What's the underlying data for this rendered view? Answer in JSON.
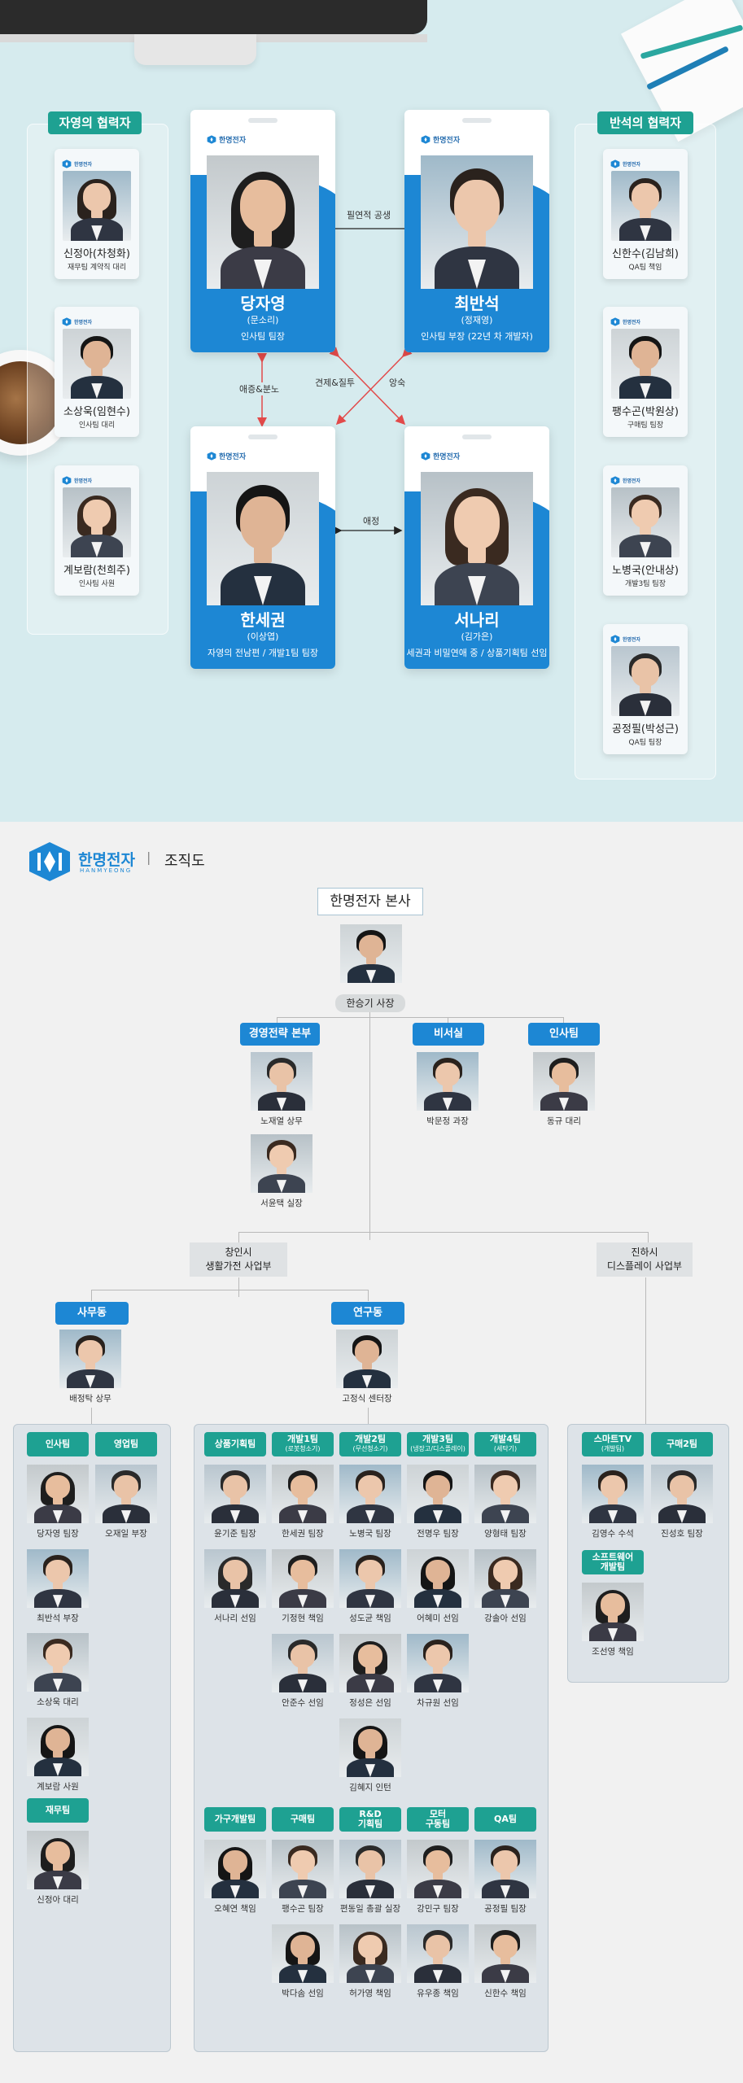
{
  "company": {
    "logo_text": "한명전자",
    "logo_sub": "HANMYEONG",
    "divider": "|",
    "title": "조직도"
  },
  "cards_top": {
    "card_logo": "한명전자",
    "left_tag": "자영의 협력자",
    "right_tag": "반석의 협력자",
    "main": [
      {
        "name": "당자영",
        "actor": "(문소리)",
        "role": "인사팀 팀장"
      },
      {
        "name": "최반석",
        "actor": "(정재영)",
        "role": "인사팀 부장 (22년 차 개발자)"
      },
      {
        "name": "한세권",
        "actor": "(이상엽)",
        "role": "자영의 전남편 / 개발1팀 팀장"
      },
      {
        "name": "서나리",
        "actor": "(김가은)",
        "role": "세권과 비밀연애 중 / 상품기획팀 선임"
      }
    ],
    "relations": {
      "top": "필연적 공생",
      "left": "애증&분노",
      "middle_left": "견제&질투",
      "middle_right": "앙숙",
      "bottom": "애정"
    },
    "left_allies": [
      {
        "name": "신정아",
        "actor": "(차청화)",
        "role": "재무팀 계약직 대리"
      },
      {
        "name": "소상욱",
        "actor": "(임현수)",
        "role": "인사팀 대리"
      },
      {
        "name": "계보람",
        "actor": "(천희주)",
        "role": "인사팀 사원"
      }
    ],
    "right_allies": [
      {
        "name": "신한수",
        "actor": "(김남희)",
        "role": "QA팀 책임"
      },
      {
        "name": "팽수곤",
        "actor": "(박원상)",
        "role": "구매팀 팀장"
      },
      {
        "name": "노병국",
        "actor": "(안내상)",
        "role": "개발3팀 팀장"
      },
      {
        "name": "공정필",
        "actor": "(박성근)",
        "role": "QA팀 팀장"
      }
    ]
  },
  "org": {
    "hq": "한명전자 본사",
    "ceo": "한승기 사장",
    "hq_depts": [
      {
        "name": "경영전략 본부",
        "people": [
          "노재열 상무",
          "서윤택 실장"
        ]
      },
      {
        "name": "비서실",
        "people": [
          "박문정 과장"
        ]
      },
      {
        "name": "인사팀",
        "people": [
          "동규 대리"
        ]
      }
    ],
    "divisions": {
      "jangin": "창인시\n생활가전 사업부",
      "jinha": "진하시\n디스플레이 사업부"
    },
    "office": {
      "name": "사무동",
      "head": "배정탁 상무"
    },
    "lab": {
      "name": "연구동",
      "head": "고정식 센터장"
    },
    "office_teams": [
      "인사팀",
      "영업팀",
      "재무팀"
    ],
    "office_people": [
      "당자영 팀장",
      "오재일 부장",
      "최반석 부장",
      "소상욱 대리",
      "계보람 사원",
      "신정아 대리"
    ],
    "lab_teams_1": [
      {
        "name": "상품기획팀",
        "sub": ""
      },
      {
        "name": "개발1팀",
        "sub": "(로봇청소기)"
      },
      {
        "name": "개발2팀",
        "sub": "(무선청소기)"
      },
      {
        "name": "개발3팀",
        "sub": "(냉장고/디스플레이)"
      },
      {
        "name": "개발4팀",
        "sub": "(세탁기)"
      }
    ],
    "lab_people_1": [
      "윤기준 팀장",
      "한세권 팀장",
      "노병국 팀장",
      "전명우 팀장",
      "양형태 팀장",
      "서나리 선임",
      "기정현 책임",
      "성도균 책임",
      "어혜미 선임",
      "강솔아 선임",
      "안준수 선임",
      "정성은 선임",
      "차규원 선임",
      "김혜지 인턴"
    ],
    "lab_teams_2": [
      {
        "name": "가구개발팀",
        "sub": ""
      },
      {
        "name": "구매팀",
        "sub": ""
      },
      {
        "name": "R&D\n기획팀",
        "sub": ""
      },
      {
        "name": "모터\n구동팀",
        "sub": ""
      },
      {
        "name": "QA팀",
        "sub": ""
      }
    ],
    "lab_people_2": [
      "오혜연 책임",
      "팽수곤 팀장",
      "편동일 총괄 실장",
      "강민구 팀장",
      "공정필 팀장",
      "박다솜 선임",
      "허가영 책임",
      "유우종 책임",
      "신한수 책임"
    ],
    "jinha_teams": [
      {
        "name": "스마트TV",
        "sub": "(개발팀)"
      },
      {
        "name": "구매2팀",
        "sub": ""
      },
      {
        "name": "소프트웨어\n개발팀",
        "sub": ""
      }
    ],
    "jinha_people": [
      "김영수 수석",
      "진성호 팀장",
      "조선영 책임"
    ]
  },
  "colors": {
    "teal": "#1ea192",
    "blue": "#1d87d4",
    "bg_top": "#d6ebee",
    "arrow_red": "#e24a4a"
  }
}
